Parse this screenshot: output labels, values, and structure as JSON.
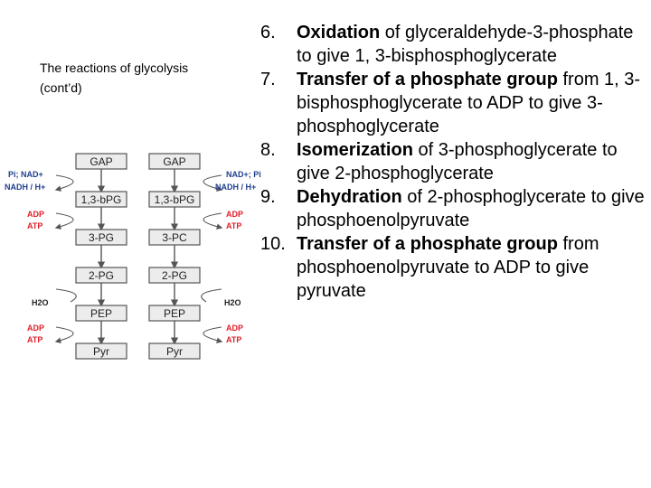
{
  "subtitle": {
    "line1": "The reactions of glycolysis",
    "line2": "(cont’d)"
  },
  "colors": {
    "red": "#e0202a",
    "blue": "#1f3f8f",
    "box_fill": "#ececec",
    "stroke": "#555555"
  },
  "diagram": {
    "left_column": [
      "GAP",
      "1,3-bPG",
      "3-PG",
      "2-PG",
      "PEP",
      "Pyr"
    ],
    "right_column": [
      "GAP",
      "1,3-bPG",
      "3-PC",
      "2-PG",
      "PEP",
      "Pyr"
    ],
    "left_labels": {
      "pi_nad": "Pi; NAD+",
      "nadh": "NADH / H+",
      "adp1": "ADP",
      "atp1": "ATP",
      "water": "H2O",
      "adp2": "ADP",
      "atp2": "ATP"
    },
    "right_labels": {
      "nad_pi": "NAD+; Pi",
      "nadh": "NADH / H+",
      "adp1": "ADP",
      "atp1": "ATP",
      "water": "H2O",
      "adp2": "ADP",
      "atp2": "ATP"
    }
  },
  "steps": [
    {
      "num": "6.",
      "bold": "Oxidation",
      "rest": " of glyceraldehyde-3-phosphate to give 1, 3-bisphosphoglycerate"
    },
    {
      "num": "7.",
      "bold": "Transfer of a phosphate group",
      "rest": " from 1, 3-bisphosphoglycerate to ADP to give 3-phosphoglycerate"
    },
    {
      "num": "8.",
      "bold": "Isomerization",
      "rest": " of 3-phosphoglycerate to give 2-phosphoglycerate"
    },
    {
      "num": "9.",
      "bold": "Dehydration",
      "rest": " of 2-phosphoglycerate to give phosphoenolpyruvate"
    },
    {
      "num": "10.",
      "bold": "Transfer of a phosphate group",
      "rest": " from phosphoenolpyruvate to ADP to give pyruvate"
    }
  ]
}
